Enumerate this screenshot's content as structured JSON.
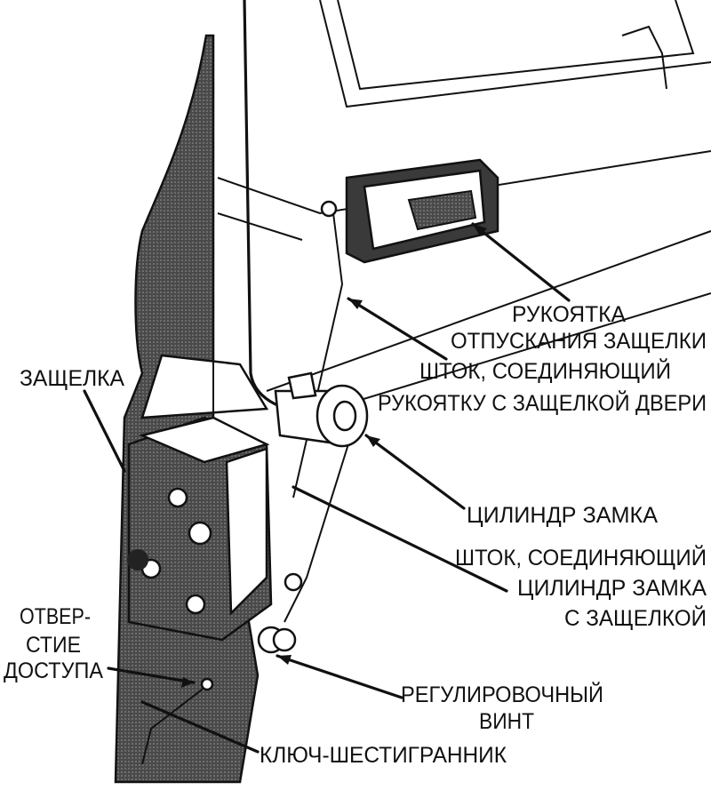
{
  "labels": {
    "handle_line1": "РУКОЯТКА",
    "handle_line2": "ОТПУСКАНИЯ ЗАЩЕЛКИ",
    "rod_handle_line1": "ШТОК, СОЕДИНЯЮЩИЙ",
    "rod_handle_line2": "РУКОЯТКУ С ЗАЩЕЛКОЙ ДВЕРИ",
    "latch": "ЗАЩЕЛКА",
    "lock_cylinder": "ЦИЛИНДР ЗАМКА",
    "rod_cylinder_line1": "ШТОК, СОЕДИНЯЮЩИЙ",
    "rod_cylinder_line2": "ЦИЛИНДР ЗАМКА",
    "rod_cylinder_line3": "С ЗАЩЕЛКОЙ",
    "access_hole_line1": "ОТВЕР-",
    "access_hole_line2": "СТИЕ",
    "access_hole_line3": "ДОСТУПА",
    "adjust_screw_line1": "РЕГУЛИРОВОЧНЫЙ",
    "adjust_screw_line2": "ВИНТ",
    "hex_key": "КЛЮЧ-ШЕСТИГРАННИК"
  }
}
